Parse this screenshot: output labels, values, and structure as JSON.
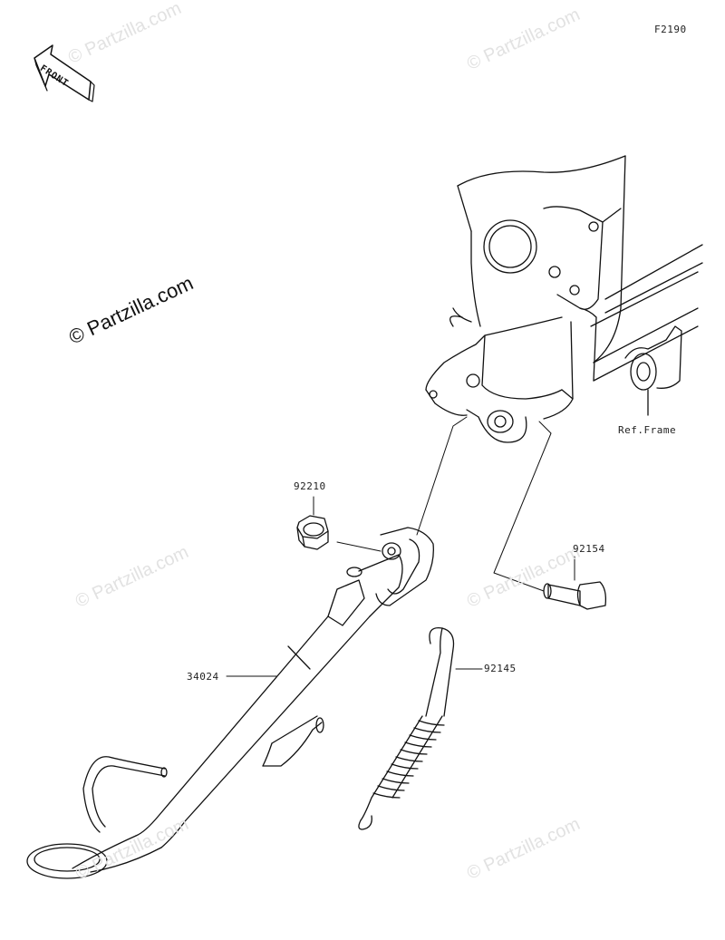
{
  "figure_code": "F2190",
  "front_label": "FRONT",
  "watermark_text": "© Partzilla.com",
  "parts": [
    {
      "number": "92210"
    },
    {
      "number": "92154"
    },
    {
      "number": "92145"
    },
    {
      "number": "34024"
    }
  ],
  "ref_label": "Ref.Frame",
  "colors": {
    "line": "#111111",
    "watermark": "#e2e2e2"
  }
}
